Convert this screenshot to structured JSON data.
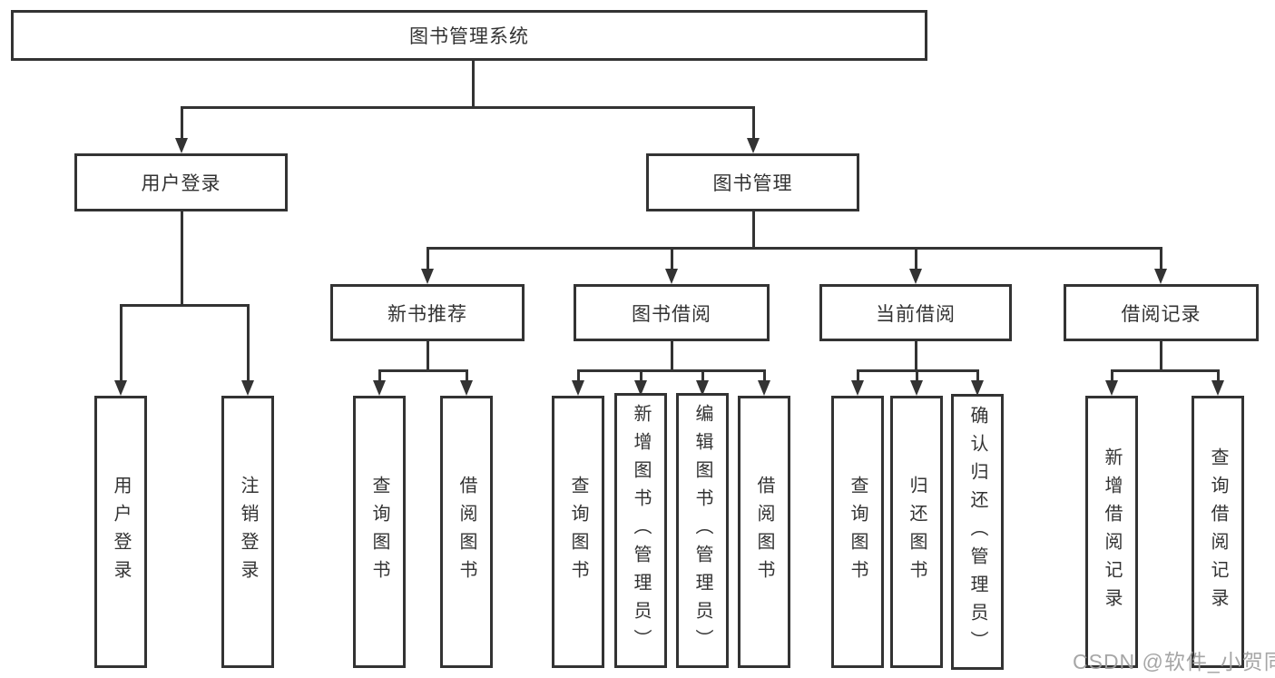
{
  "diagram": {
    "root": {
      "label": "图书管理系统"
    },
    "level2": [
      {
        "label": "用户登录"
      },
      {
        "label": "图书管理"
      }
    ],
    "level3": [
      {
        "label": "新书推荐"
      },
      {
        "label": "图书借阅"
      },
      {
        "label": "当前借阅"
      },
      {
        "label": "借阅记录"
      }
    ],
    "leaves": {
      "user_login": [
        {
          "label": "用户登录"
        },
        {
          "label": "注销登录"
        }
      ],
      "new_books": [
        {
          "label": "查询图书"
        },
        {
          "label": "借阅图书"
        }
      ],
      "book_borrow": [
        {
          "label": "查询图书"
        },
        {
          "label": "新增图书（管理员）"
        },
        {
          "label": "编辑图书（管理员）"
        },
        {
          "label": "借阅图书"
        }
      ],
      "current_borrow": [
        {
          "label": "查询图书"
        },
        {
          "label": "归还图书"
        },
        {
          "label": "确认归还（管理员）"
        }
      ],
      "borrow_records": [
        {
          "label": "新增借阅记录"
        },
        {
          "label": "查询借阅记录"
        }
      ]
    }
  },
  "watermark": {
    "text": "CSDN @软件_小贺同学"
  },
  "colors": {
    "line": "#333333",
    "text": "#333333",
    "watermark": "#9e9e9e",
    "background": "#ffffff"
  }
}
